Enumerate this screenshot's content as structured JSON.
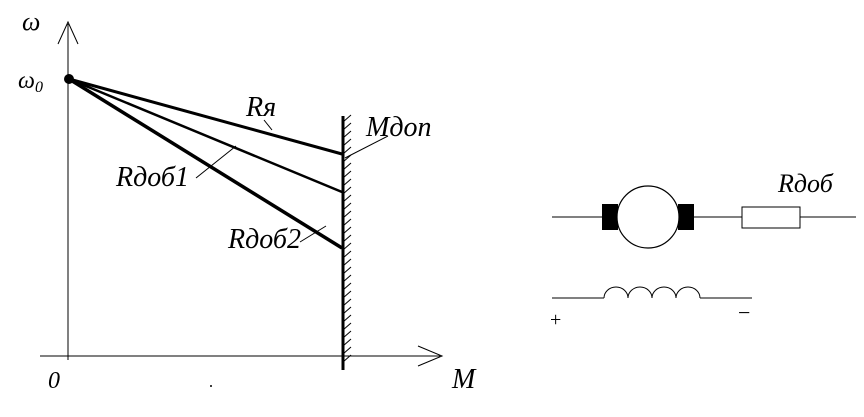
{
  "graph": {
    "y_axis_label": "ω",
    "x_axis_label": "M",
    "origin_label": "0",
    "omega0_label": "ω",
    "omega0_subscript": "0",
    "limit_label": "Mдоп",
    "curves": [
      {
        "label": "Rя"
      },
      {
        "label": "Rдоб1"
      },
      {
        "label": "Rдоб2"
      }
    ]
  },
  "circuit": {
    "resistor_label": "Rдоб",
    "plus_sign": "+",
    "minus_sign": "−"
  }
}
